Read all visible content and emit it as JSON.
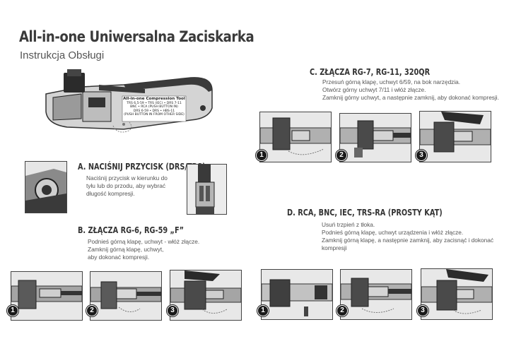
{
  "header": {
    "title": "All-in-one Uniwersalna Zaciskarka",
    "subtitle": "Instrukcja Obsługi"
  },
  "tool_label": {
    "title": "All-in-one Compression Tool",
    "lines": [
      "TRS 6,5-59 • TRS (IEC) • DRS 7-11",
      "BNC • RCA (PUSH BUTTON IN)",
      "DRS 6-59 • DRS • HBS-11",
      "(PUSH BUTTON IN FROM OTHER SIDE)"
    ]
  },
  "sections": {
    "a": {
      "heading": "A.  NACIŚNIJ PRZYCISK (DRS/TRS)",
      "lines": [
        "Naciśnij przycisk w kierunku do",
        "tyłu lub do przodu, aby wybrać",
        "długość kompresji."
      ]
    },
    "b": {
      "heading": "B.  ZŁĄCZA RG-6, RG-59 „F”",
      "lines": [
        "Podnieś górną klapę, uchwyt - włóż złącze.",
        "Zamknij górną klapę, uchwyt,",
        "aby dokonać kompresji."
      ]
    },
    "c": {
      "heading": "C.  ZŁĄCZA RG-7, RG-11, 320QR",
      "lines": [
        "Przesuń górną klapę, uchwyt 6/59, na bok narzędzia.",
        "Otwórz górny uchwyt 7/11 i włóż złącze.",
        "Zamknij górny uchwyt, a następnie zamknij, aby dokonać kompresji."
      ]
    },
    "d": {
      "heading": "D.  RCA, BNC, IEC, TRS-RA (PROSTY KĄT)",
      "lines": [
        "Usuń trzpień z tłoka.",
        "Podnieś górną klapę, uchwyt urządzenia i włóż złącze.",
        "Zamknij górną klapę, a następnie zamknij, aby zacisnąć i dokonać",
        "kompresji"
      ]
    }
  },
  "step_badges": [
    "1",
    "2",
    "3"
  ]
}
